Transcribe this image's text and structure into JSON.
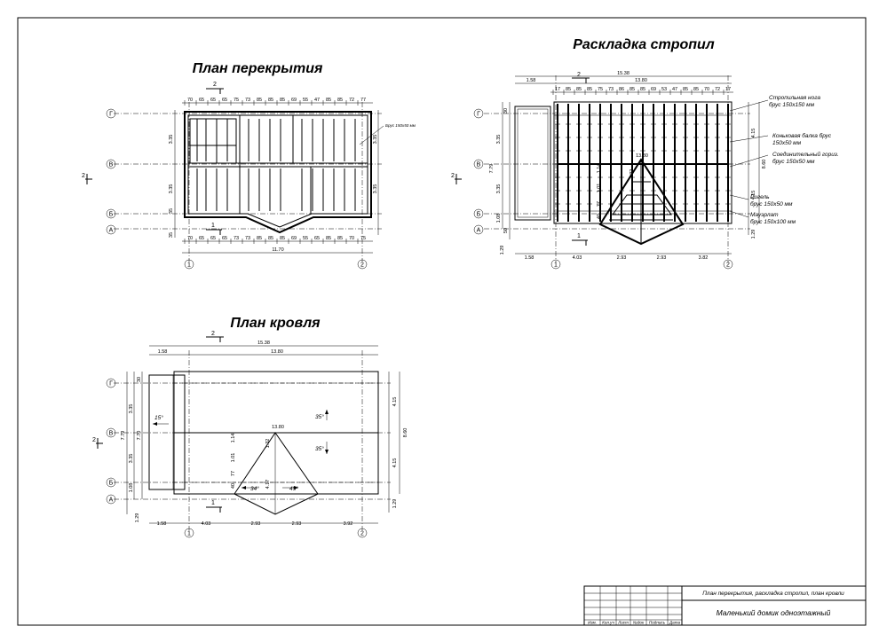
{
  "titles": {
    "floor_plan": "План перекрытия",
    "rafters": "Раскладка стропил",
    "roof": "План кровля"
  },
  "axes": {
    "g": "Г",
    "v": "В",
    "b": "Б",
    "a": "А",
    "one": "1",
    "two": "2"
  },
  "section_marks": {
    "two": "2",
    "one": "1"
  },
  "floor_plan": {
    "top_dims": [
      "70",
      "65",
      "65",
      "65",
      "75",
      "73",
      "85",
      "85",
      "85",
      "69",
      "55",
      "47",
      "85",
      "85",
      "72",
      "77"
    ],
    "bottom_dims": [
      "70",
      "65",
      "65",
      "65",
      "73",
      "73",
      "85",
      "85",
      "85",
      "69",
      "55",
      "65",
      "85",
      "85",
      "70",
      "75"
    ],
    "total": "11.70",
    "left_dims": [
      "3.35",
      "3.35",
      "35",
      "35"
    ],
    "right_dims": [
      "3.35",
      "3.35"
    ],
    "callout": "Брус 150х50 мм"
  },
  "rafters_plan": {
    "top_total": "15.38",
    "top_sub": [
      "1.58",
      "13.80"
    ],
    "spacing": [
      "17",
      "85",
      "85",
      "85",
      "75",
      "73",
      "86",
      "85",
      "85",
      "69",
      "53",
      "47",
      "85",
      "85",
      "70",
      "72",
      "17"
    ],
    "inner_dim": "13.80",
    "left_dims": [
      "3.35",
      "3.35",
      "7.79",
      "1.08",
      "1.29",
      "50",
      "30"
    ],
    "right_dims": [
      "4.15",
      "4.15",
      "8.60",
      "1.29"
    ],
    "bottom_dims": [
      "1.58",
      "4.03",
      "2.93",
      "2.93",
      "3.82"
    ],
    "hip_dims": [
      "1.32",
      "1.14",
      "1.01",
      "77",
      "40"
    ],
    "labels": {
      "rafter_leg": "Стропильная нога",
      "rafter_leg_size": "брус 150х150 мм",
      "ridge": "Коньковая балка брус",
      "ridge_size": "150х50 мм",
      "tie": "Соединительный гориз.",
      "tie_size": "брус 150х50 мм",
      "ridel": "Ригель",
      "ridel_size": "брус 150х50 мм",
      "mauerlat": "Мауэрлат",
      "mauerlat_size": "брус 150х100 мм"
    }
  },
  "roof_plan": {
    "top_total": "15.38",
    "top_sub": [
      "1.58",
      "13.80"
    ],
    "inner_dim": "13.80",
    "left_dims": [
      "3.35",
      "3.35",
      "7.70",
      "7.79",
      "1.08",
      "1.29",
      "30"
    ],
    "right_dims": [
      "4.15",
      "4.15",
      "8.60",
      "1.29"
    ],
    "bottom_dims": [
      "1.58",
      "4.03",
      "2.93",
      "2.93",
      "3.92"
    ],
    "hip_dims": [
      "1.32",
      "1.14",
      "1.01",
      "77",
      "40",
      "4.17"
    ],
    "slopes": [
      "15°",
      "35°",
      "35°",
      "34°",
      "45°"
    ]
  },
  "stamp": {
    "drawing_title": "План перекрытия, раскладка стропил, план кровли",
    "project_title": "Маленький домик одноэтажный",
    "cols": [
      "Изм.",
      "Кол.уч",
      "Лист",
      "№док",
      "Подпись",
      "Дата"
    ]
  }
}
